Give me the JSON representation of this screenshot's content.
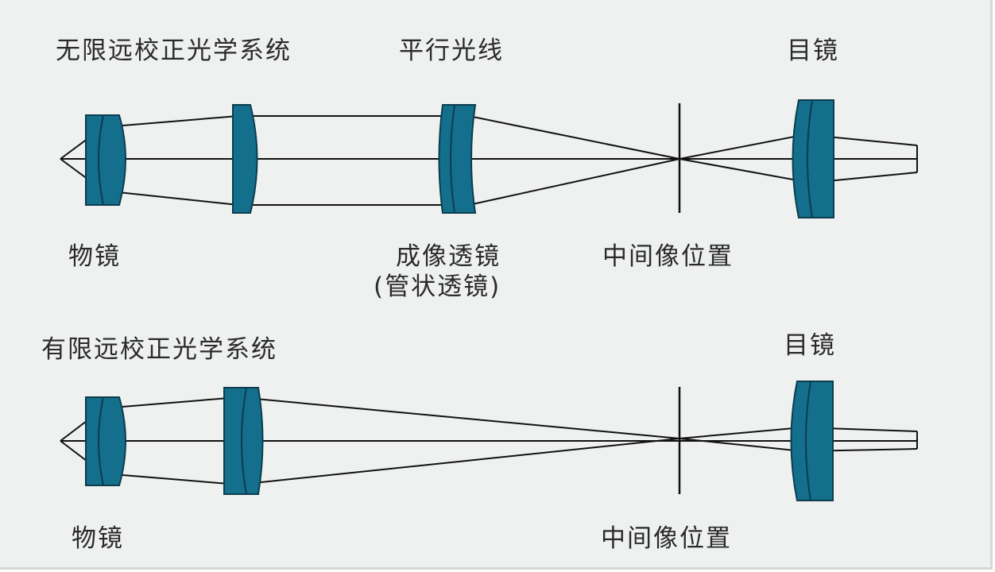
{
  "top_section": {
    "title": "无限远校正光学系统",
    "parallel_rays_label": "平行光线",
    "eyepiece_label": "目镜",
    "objective_label": "物镜",
    "tube_lens_label": "成像透镜",
    "tube_lens_sublabel": "(管状透镜)",
    "intermediate_image_label": "中间像位置"
  },
  "bottom_section": {
    "title": "有限远校正光学系统",
    "eyepiece_label": "目镜",
    "objective_label": "物镜",
    "intermediate_image_label": "中间像位置"
  },
  "colors": {
    "lens": "#136f8c",
    "lens_edge": "#0b3d4d",
    "ray": "#111111",
    "background": "#eef1ef"
  }
}
